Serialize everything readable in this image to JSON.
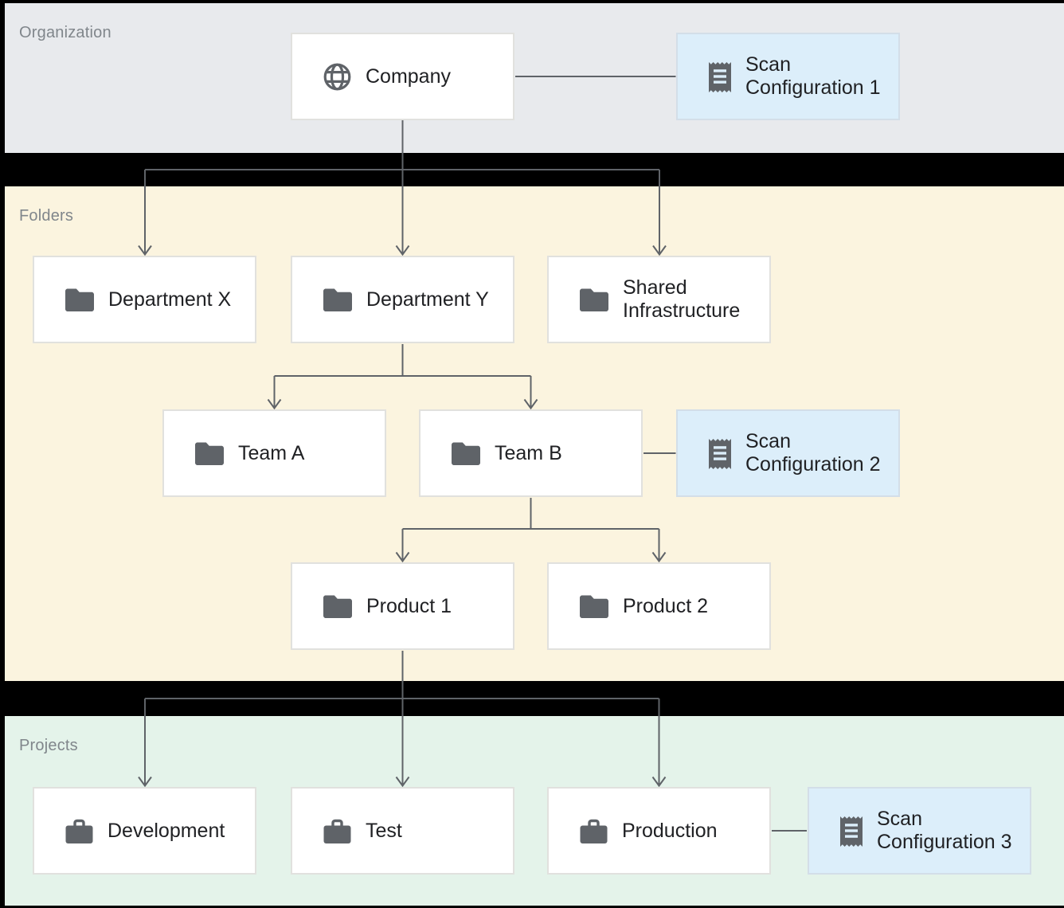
{
  "bands": {
    "organization": {
      "label": "Organization",
      "background": "#e8eaed"
    },
    "folders": {
      "label": "Folders",
      "background": "#fbf4df"
    },
    "projects": {
      "label": "Projects",
      "background": "#e4f3ea"
    }
  },
  "nodes": {
    "company": {
      "lines": [
        "Company"
      ],
      "icon": "globe-icon",
      "level": "organization"
    },
    "scan_configuration_1": {
      "lines": [
        "Scan",
        "Configuration 1"
      ],
      "icon": "receipt-icon",
      "level": "organization"
    },
    "department_x": {
      "lines": [
        "Department X"
      ],
      "icon": "folder-icon",
      "level": "folder"
    },
    "department_y": {
      "lines": [
        "Department Y"
      ],
      "icon": "folder-icon",
      "level": "folder"
    },
    "shared_infrastructure": {
      "lines": [
        "Shared",
        "Infrastructure"
      ],
      "icon": "folder-icon",
      "level": "folder"
    },
    "team_a": {
      "lines": [
        "Team A"
      ],
      "icon": "folder-icon",
      "level": "folder"
    },
    "team_b": {
      "lines": [
        "Team B"
      ],
      "icon": "folder-icon",
      "level": "folder"
    },
    "scan_configuration_2": {
      "lines": [
        "Scan",
        "Configuration 2"
      ],
      "icon": "receipt-icon",
      "level": "folder"
    },
    "product_1": {
      "lines": [
        "Product 1"
      ],
      "icon": "folder-icon",
      "level": "folder"
    },
    "product_2": {
      "lines": [
        "Product 2"
      ],
      "icon": "folder-icon",
      "level": "folder"
    },
    "development": {
      "lines": [
        "Development"
      ],
      "icon": "briefcase-icon",
      "level": "project"
    },
    "test": {
      "lines": [
        "Test"
      ],
      "icon": "briefcase-icon",
      "level": "project"
    },
    "production": {
      "lines": [
        "Production"
      ],
      "icon": "briefcase-icon",
      "level": "project"
    },
    "scan_configuration_3": {
      "lines": [
        "Scan",
        "Configuration 3"
      ],
      "icon": "receipt-icon",
      "level": "project"
    }
  },
  "edges": [
    {
      "from": "company",
      "to": "department_x",
      "kind": "hierarchy-arrow"
    },
    {
      "from": "company",
      "to": "department_y",
      "kind": "hierarchy-arrow"
    },
    {
      "from": "company",
      "to": "shared_infrastructure",
      "kind": "hierarchy-arrow"
    },
    {
      "from": "company",
      "to": "scan_configuration_1",
      "kind": "association-line"
    },
    {
      "from": "department_y",
      "to": "team_a",
      "kind": "hierarchy-arrow"
    },
    {
      "from": "department_y",
      "to": "team_b",
      "kind": "hierarchy-arrow"
    },
    {
      "from": "team_b",
      "to": "scan_configuration_2",
      "kind": "association-line"
    },
    {
      "from": "team_b",
      "to": "product_1",
      "kind": "hierarchy-arrow"
    },
    {
      "from": "team_b",
      "to": "product_2",
      "kind": "hierarchy-arrow"
    },
    {
      "from": "product_1",
      "to": "development",
      "kind": "hierarchy-arrow"
    },
    {
      "from": "product_1",
      "to": "test",
      "kind": "hierarchy-arrow"
    },
    {
      "from": "product_1",
      "to": "production",
      "kind": "hierarchy-arrow"
    },
    {
      "from": "production",
      "to": "scan_configuration_3",
      "kind": "association-line"
    }
  ],
  "colors": {
    "page_background": "#000000",
    "organization_band": "#e8eaed",
    "folders_band": "#fbf4df",
    "projects_band": "#e4f3ea",
    "node_background": "#ffffff",
    "scan_node_background": "#dceefa",
    "node_border": "#e1e1de",
    "scan_node_border": "#d3dee8",
    "icon": "#5f6368",
    "node_text": "#202124",
    "band_label_text": "#80868b",
    "connector": "#5f6368"
  }
}
